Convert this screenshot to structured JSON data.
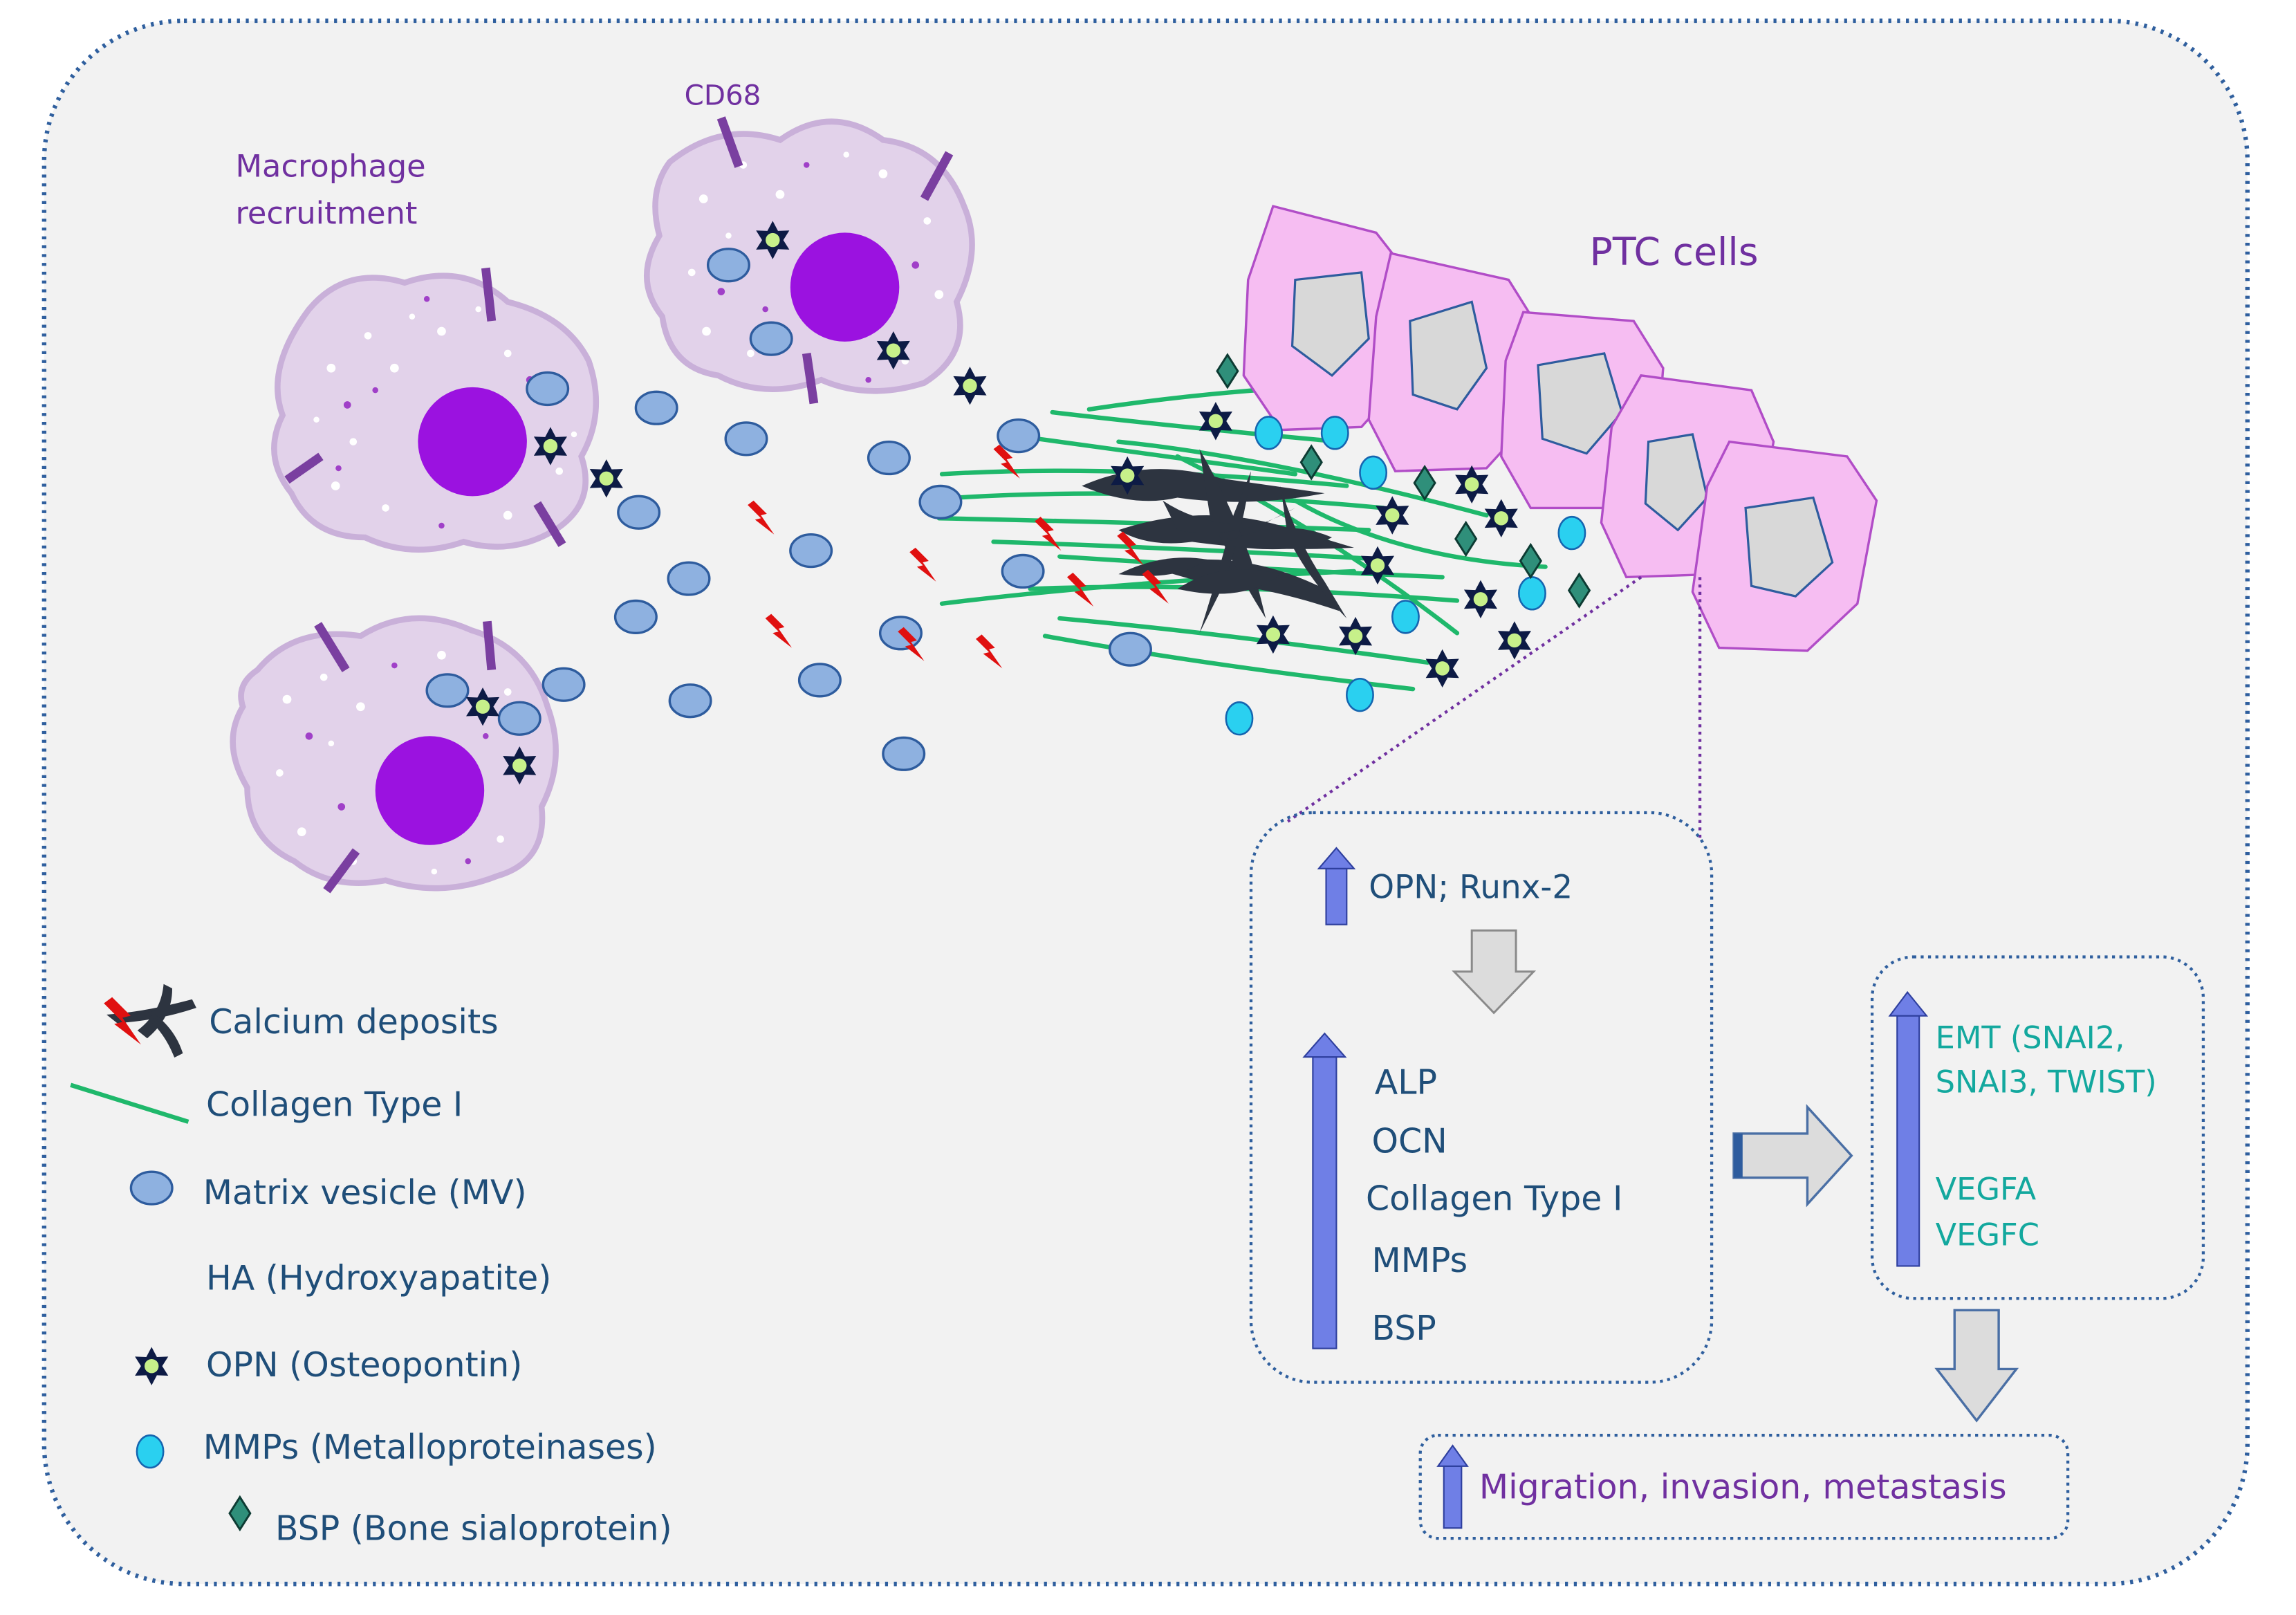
{
  "colors": {
    "background": "#f2f2f2",
    "frame_border": "#2f5f9e",
    "macrophage_body": "#e2d2ea",
    "macrophage_edge": "#c9b0d9",
    "nucleus": "#9b12e0",
    "cd68_marker": "#7a3fa0",
    "matrix_vesicle": "#8eb1e0",
    "matrix_vesicle_edge": "#2e5c9e",
    "hydroxyapatite": "#e01010",
    "osteopontin_star": "#0d1b45",
    "osteopontin_center": "#c7f08a",
    "mmp": "#2ad0f0",
    "mmp_edge": "#1565b0",
    "bsp": "#2f8f7a",
    "collagen": "#1fb86b",
    "calcium": "#2d3440",
    "ptc_cell": "#f6bdf2",
    "ptc_cell_edge": "#b14dc7",
    "ptc_nucleus": "#d8d8d8",
    "up_arrow": "#6f7fe6",
    "grey_arrow": "#dcdcdc",
    "text_blue": "#1f4e79",
    "text_purple": "#7030a0",
    "text_teal": "#13a89e"
  },
  "labels": {
    "macrophage_recruitment": [
      "Macrophage",
      "recruitment"
    ],
    "cd68": "CD68",
    "ptc_cells": "PTC cells"
  },
  "legend": [
    {
      "icon": "calcium-deposit-icon",
      "label": "Calcium deposits"
    },
    {
      "icon": "collagen-line-icon",
      "label": "Collagen Type I"
    },
    {
      "icon": "matrix-vesicle-icon",
      "label": "Matrix vesicle (MV)"
    },
    {
      "icon": "hydroxyapatite-icon",
      "label": "HA (Hydroxyapatite)"
    },
    {
      "icon": "osteopontin-icon",
      "label": "OPN (Osteopontin)"
    },
    {
      "icon": "mmp-icon",
      "label": "MMPs (Metalloproteinases)"
    },
    {
      "icon": "bsp-icon",
      "label": "BSP (Bone sialoprotein)"
    }
  ],
  "upregulation_box": {
    "top_label": "OPN; Runx-2",
    "markers": [
      "ALP",
      "OCN",
      "Collagen Type I",
      "MMPs",
      "BSP"
    ]
  },
  "emt_box": {
    "lines": [
      "EMT (SNAI2,",
      "SNAI3, TWIST)",
      "VEGFA",
      "VEGFC"
    ]
  },
  "outcome_box": {
    "label": "Migration, invasion, metastasis"
  }
}
